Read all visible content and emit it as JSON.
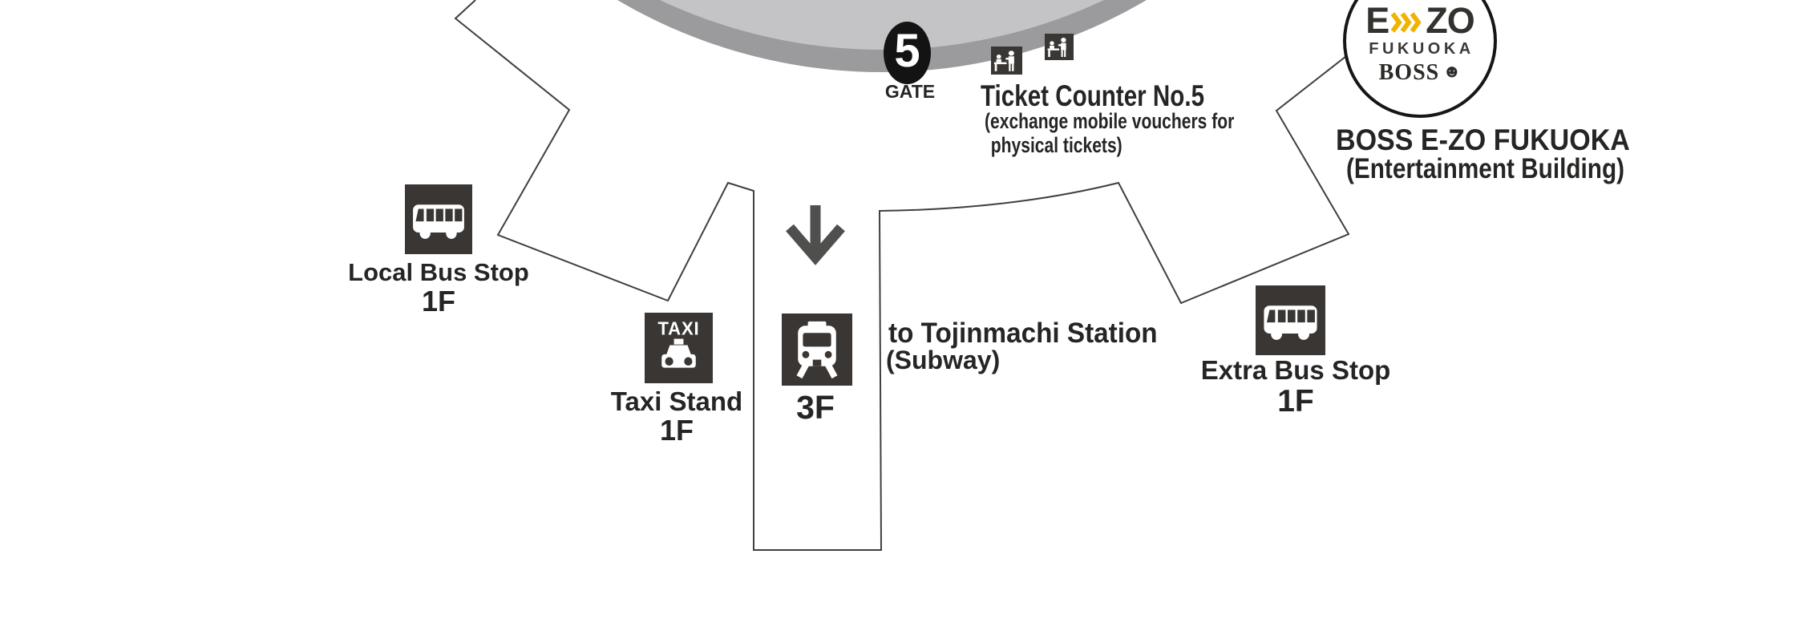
{
  "colors": {
    "accent-yellow": "#f0b400",
    "icon-bg": "#3a3633",
    "dome-light": "#c4c3c5",
    "dome-dark": "#9b9a9c",
    "line": "#3f3f3f",
    "arrow": "#4f4f4d",
    "text": "#272524"
  },
  "gate": {
    "number": "5",
    "label": "GATE"
  },
  "ticket_counter": {
    "title": "Ticket Counter No.5",
    "note_line1": "(exchange mobile vouchers for",
    "note_line2": "physical tickets)"
  },
  "local_bus": {
    "label": "Local Bus Stop",
    "floor": "1F"
  },
  "taxi": {
    "sign": "TAXI",
    "label": "Taxi Stand",
    "floor": "1F"
  },
  "subway": {
    "floor": "3F",
    "dest_line1": "to Tojinmachi Station",
    "dest_line2": "(Subway)"
  },
  "extra_bus": {
    "label": "Extra Bus Stop",
    "floor": "1F"
  },
  "ezo": {
    "logo_e": "E",
    "logo_zo": "ZO",
    "logo_fukuoka": "FUKUOKA",
    "logo_boss": "BOSS",
    "face_glyph": "☻",
    "title": "BOSS E-ZO FUKUOKA",
    "subtitle": "(Entertainment Building)"
  }
}
